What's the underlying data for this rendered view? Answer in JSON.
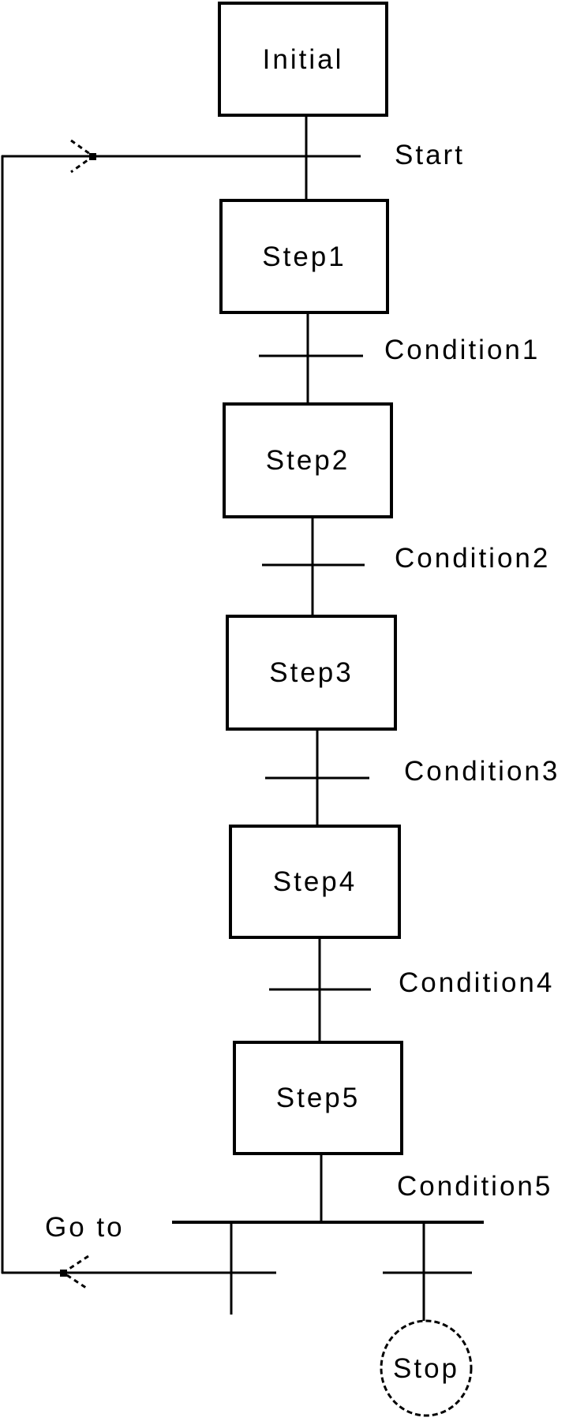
{
  "diagram": {
    "type": "sequential-function-chart",
    "colors": {
      "background": "#ffffff",
      "line": "#000000",
      "text": "#000000"
    },
    "nodes": {
      "initial": {
        "label": "Initial"
      },
      "steps": [
        {
          "label": "Step1"
        },
        {
          "label": "Step2"
        },
        {
          "label": "Step3"
        },
        {
          "label": "Step4"
        },
        {
          "label": "Step5"
        }
      ],
      "stop": {
        "label": "Stop"
      }
    },
    "transitions": {
      "start": {
        "label": "Start"
      },
      "conditions": [
        {
          "label": "Condition1"
        },
        {
          "label": "Condition2"
        },
        {
          "label": "Condition3"
        },
        {
          "label": "Condition4"
        },
        {
          "label": "Condition5"
        }
      ],
      "goto": {
        "label": "Go to"
      }
    }
  }
}
